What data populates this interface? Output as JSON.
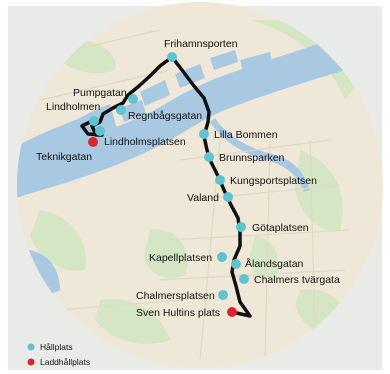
{
  "colors": {
    "background": "#e9ebe8",
    "land": "#efe8d8",
    "water": "#a9c9e3",
    "green": "#d5e6c4",
    "route": "#111111",
    "stop": "#5fc4cf",
    "charging": "#d9262c"
  },
  "stops": [
    {
      "id": "frihamnsporten",
      "label": "Frihamnsporten",
      "type": "stop"
    },
    {
      "id": "pumpgatan",
      "label": "Pumpgatan",
      "type": "stop"
    },
    {
      "id": "lindholmen",
      "label": "Lindholmen",
      "type": "stop"
    },
    {
      "id": "regnbagsgatan",
      "label": "Regnbågsgatan",
      "type": "stop"
    },
    {
      "id": "teknikgatan",
      "label": "Teknikgatan",
      "type": "charging"
    },
    {
      "id": "lindholmsplatsen",
      "label": "Lindholmsplatsen",
      "type": "stop"
    },
    {
      "id": "lilla-bommen",
      "label": "Lilla Bommen",
      "type": "stop"
    },
    {
      "id": "brunnsparken",
      "label": "Brunnsparken",
      "type": "stop"
    },
    {
      "id": "kungsportsplatsen",
      "label": "Kungsportsplatsen",
      "type": "stop"
    },
    {
      "id": "valand",
      "label": "Valand",
      "type": "stop"
    },
    {
      "id": "gotaplatsen",
      "label": "Götaplatsen",
      "type": "stop"
    },
    {
      "id": "kapellplatsen",
      "label": "Kapellplatsen",
      "type": "stop"
    },
    {
      "id": "alandsgatan",
      "label": "Ålandsgatan",
      "type": "stop"
    },
    {
      "id": "chalmers-tvargata",
      "label": "Chalmers tvärgata",
      "type": "stop"
    },
    {
      "id": "chalmersplatsen",
      "label": "Chalmersplatsen",
      "type": "stop"
    },
    {
      "id": "sven-hultins-plats",
      "label": "Sven Hultins plats",
      "type": "charging"
    }
  ],
  "legend": {
    "stop_label": "Hållplats",
    "charging_label": "Laddhållplats"
  }
}
